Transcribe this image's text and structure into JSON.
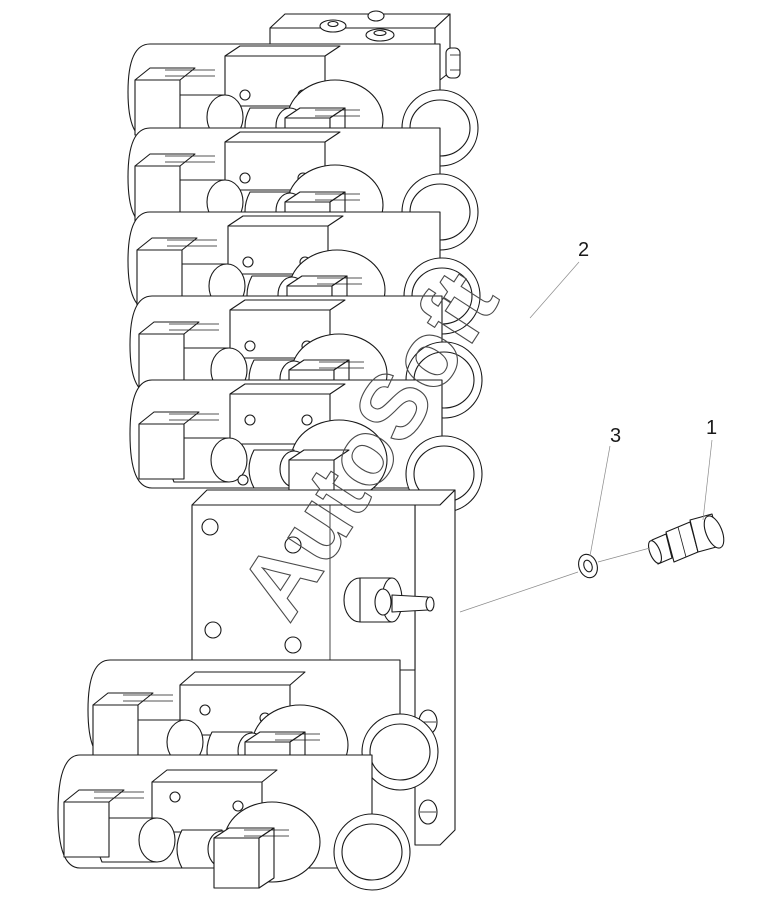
{
  "callouts": [
    {
      "id": "1",
      "label": "1"
    },
    {
      "id": "2",
      "label": "2"
    },
    {
      "id": "3",
      "label": "3"
    }
  ],
  "watermark": {
    "text": "AutoSoft"
  },
  "colors": {
    "line": "#1a1a1a",
    "leader": "#8a8a8a",
    "background": "#ffffff"
  }
}
